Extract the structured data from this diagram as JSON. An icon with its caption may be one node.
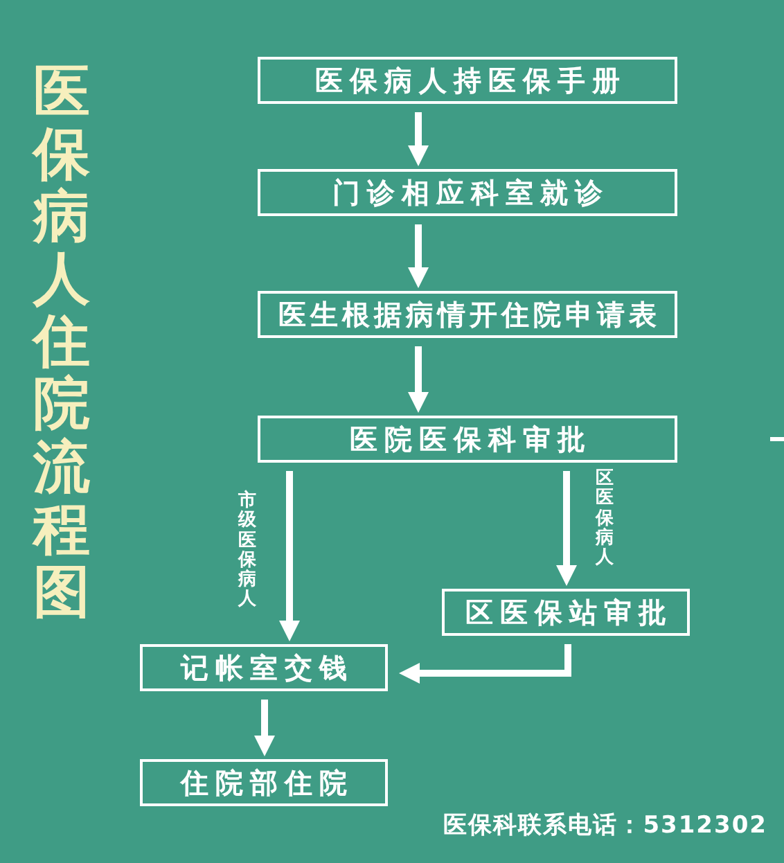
{
  "diagram": {
    "title": "医保病人住院流程图",
    "nodes": [
      {
        "text": [
          "医保病人持医保手册"
        ]
      },
      {
        "text": [
          "门诊相应科室就诊"
        ]
      },
      {
        "text": [
          "医生根据病情开住院申请表"
        ]
      },
      {
        "text": [
          "医院医保科审批"
        ]
      },
      {
        "text": [
          "区医保站审批"
        ]
      },
      {
        "text": [
          "记帐室交钱"
        ]
      },
      {
        "text": [
          "住院部住院"
        ]
      }
    ],
    "edges": [
      {
        "from": 0,
        "to": 1,
        "arrow": "to"
      },
      {
        "from": 1,
        "to": 2,
        "arrow": "to"
      },
      {
        "from": 2,
        "to": 3,
        "arrow": "to"
      },
      {
        "from": 3,
        "to": 5,
        "arrow": "to",
        "label": "市级医保病人"
      },
      {
        "from": 3,
        "to": 4,
        "arrow": "to",
        "label": "区医保病人"
      },
      {
        "from": 4,
        "to": 5,
        "arrow": "to"
      },
      {
        "from": 5,
        "to": 6,
        "arrow": "to"
      }
    ],
    "labels": [
      "医保科联系电话：5312302"
    ]
  }
}
